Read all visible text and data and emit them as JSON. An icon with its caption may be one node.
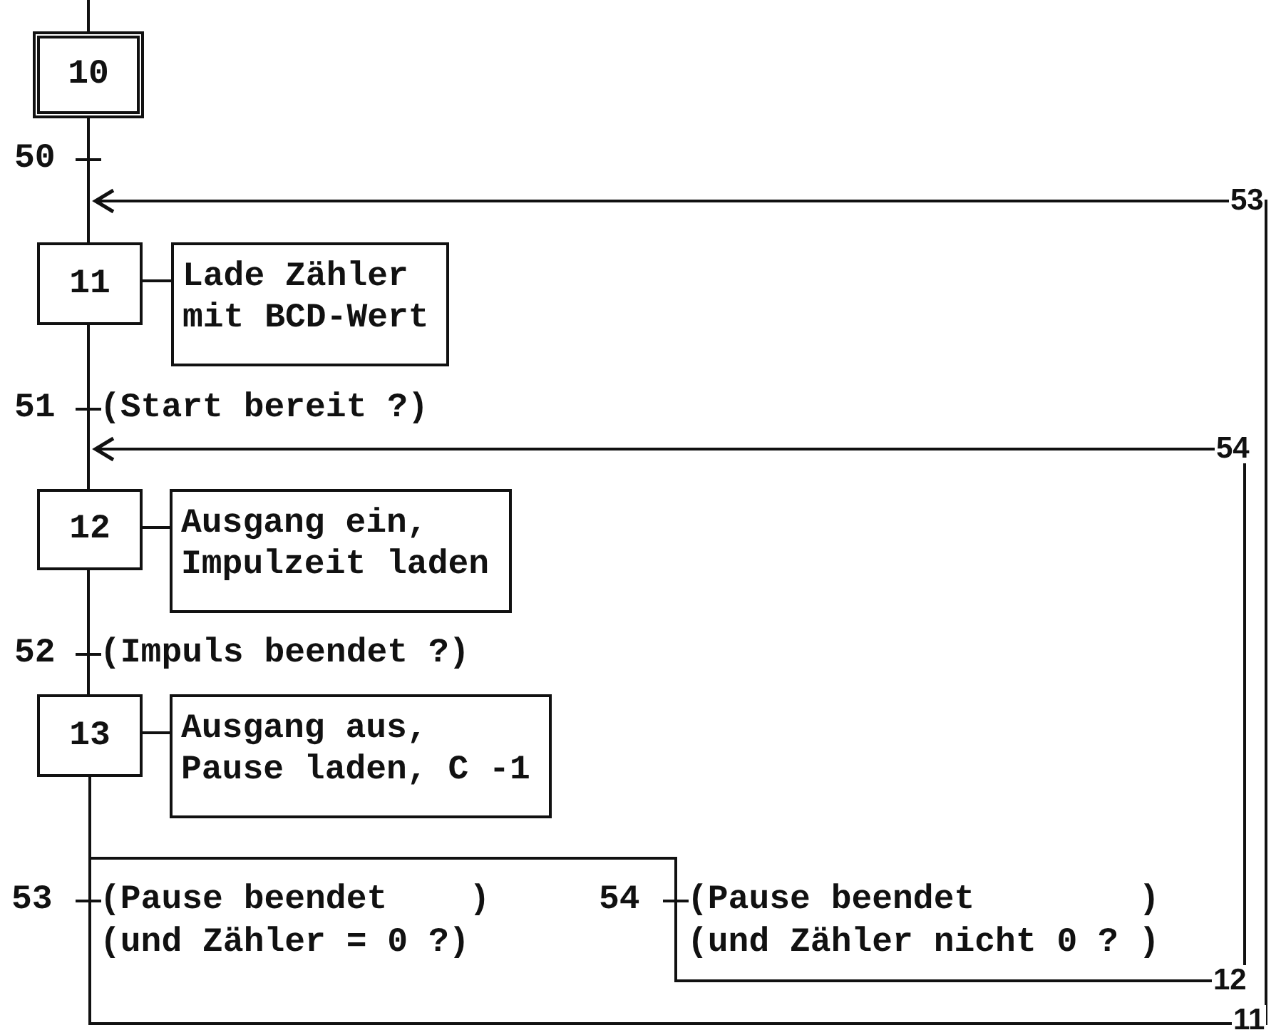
{
  "diagram": {
    "nodes": [
      {
        "text": [
          "10"
        ]
      },
      {
        "text": [
          "11"
        ]
      },
      {
        "text": [
          "Lade Zähler mit BCD-Wert"
        ]
      },
      {
        "text": [
          "12"
        ]
      },
      {
        "text": [
          "Ausgang ein, Impulzeit laden"
        ]
      },
      {
        "text": [
          "13"
        ]
      },
      {
        "text": [
          "Ausgang aus, Pause laden, C -1"
        ]
      }
    ],
    "edges": [
      {
        "from": null,
        "to": 0,
        "arrow": "none"
      },
      {
        "from": 0,
        "to": 1,
        "arrow": "none"
      },
      {
        "from": 1,
        "to": 2,
        "arrow": "none"
      },
      {
        "from": 1,
        "to": 3,
        "arrow": "none"
      },
      {
        "from": 3,
        "to": 4,
        "arrow": "none"
      },
      {
        "from": 3,
        "to": 5,
        "arrow": "none"
      },
      {
        "from": 5,
        "to": 6,
        "arrow": "none"
      },
      {
        "from": 5,
        "to": 1,
        "arrow": "to"
      },
      {
        "from": 5,
        "to": 3,
        "arrow": "to"
      }
    ],
    "labels": [
      "50",
      "53",
      "51",
      "(Start bereit ?)",
      "54",
      "52",
      "(Impuls beendet ?)",
      "53",
      "(Pause beendet    )",
      "54",
      "(Pause beendet        )",
      "(und Zähler = 0 ?)",
      "(und Zähler nicht 0 ? )",
      "12",
      "11"
    ]
  }
}
